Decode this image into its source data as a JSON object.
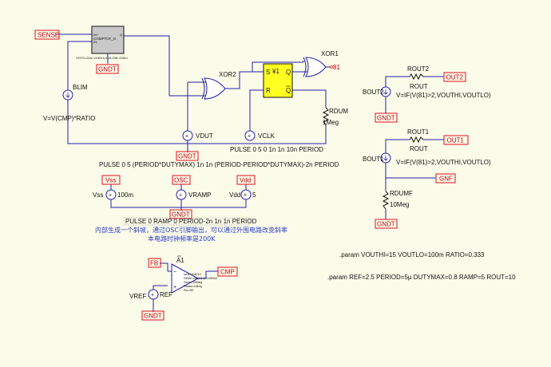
{
  "ports": {
    "sense": "SENSE",
    "gndt": "GNDT",
    "out2": "OUT2",
    "out1": "OUT1",
    "gnf": "GNF",
    "vss": "Vss",
    "osc": "OSC",
    "vdd": "Vdd",
    "fb": "FB",
    "cmp": "CMP"
  },
  "comparator": {
    "name": "COMPTOF_G",
    "pin_in_pos": "IN+",
    "pin_in_neg": "IN-",
    "pin_out": "Q",
    "params": "VHYS=20m VHIGH=3 VLOW=100m"
  },
  "blim": {
    "name": "BLIM",
    "expr": "V=V(CMP)*RATIO"
  },
  "xor1": {
    "name": "XOR1",
    "out_node": "81"
  },
  "xor2": {
    "name": "XOR2"
  },
  "ff": {
    "name": "¥1",
    "s": "S",
    "r": "R",
    "q": "Q",
    "qb": "Q"
  },
  "rdum": {
    "name": "RDUM",
    "value": "1Meg"
  },
  "vdut": {
    "name": "VDUT",
    "spec": "PULSE 0 5 (PERIOD*DUTYMAX) 1n 1n (PERIOD-PERIOD*DUTYMAX)-2n PERIOD"
  },
  "vclk": {
    "name": "VCLK",
    "spec": "PULSE 0 5 0 1n 1n 10n PERIOD"
  },
  "bout2": {
    "name": "BOUT2",
    "r_name": "ROUT2",
    "r_value": "ROUT",
    "expr": "V=IF(V(81)>2,VOUTHI,VOUTLO)"
  },
  "bout1": {
    "name": "BOUT1",
    "r_name": "ROUT1",
    "r_value": "ROUT",
    "expr": "V=IF(V(81)>2,VOUTHI,VOUTLO)"
  },
  "rdumf": {
    "name": "RDUMF",
    "value": "10Meg"
  },
  "supplies": {
    "vss_value": "100m",
    "vramp_name": "VRAMP",
    "vdd_value": "5"
  },
  "ramp": {
    "spec": "PULSE 0 RAMP 0 PERIOD-2n 1n 1n PERIOD",
    "note_line1": "内部生成一个斜坡，通过OSC引脚输出，可以通过外围电路改变斜率",
    "note_line2": "本电路时钟频率是200K"
  },
  "opamp": {
    "name": "A1",
    "params": [
      "Iout=10A/10",
      "GBW=2MEG  D=10E6/2",
      "Slew=10Meg",
      "Rload=1Meg",
      "Ro=89"
    ]
  },
  "vref": {
    "name": "VREF",
    "value": "REF"
  },
  "params": {
    "line1": ".param VOUTHI=15 VOUTLO=100m RATIO=0.333",
    "line2": ".param REF=2.5 PERIOD=5µ DUTYMAX=0.8 RAMP=5 ROUT=10"
  },
  "colors": {
    "background": "#fbfbe9",
    "wire": "#2222aa",
    "port": "#e01020",
    "flipflop": "#ffff22",
    "note": "#2a3ccc"
  }
}
